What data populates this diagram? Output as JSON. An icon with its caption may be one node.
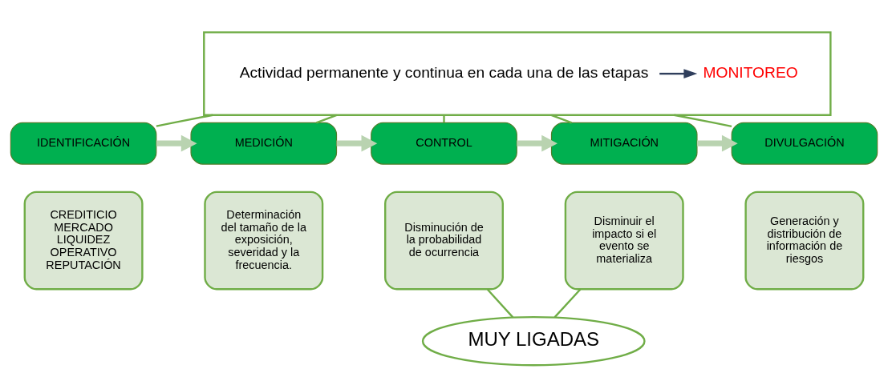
{
  "diagram": {
    "nodes": [
      {
        "text": [],
        "shape": "box"
      },
      {
        "text": [
          "Actividad permanente y continua en cada una de las etapas"
        ],
        "in": 0
      },
      {
        "text": [
          "MONITOREO"
        ],
        "in": 0
      },
      {
        "text": [
          "IDENTIFICACIÓN"
        ]
      },
      {
        "text": [
          "CREDITICIO",
          "MERCADO",
          "LIQUIDEZ",
          "OPERATIVO",
          "REPUTACIÓN"
        ]
      },
      {
        "text": [
          "MEDICIÓN"
        ]
      },
      {
        "text": [
          "Determinación del tamaño de la exposición, severidad y la frecuencia."
        ]
      },
      {
        "text": [
          "CONTROL"
        ]
      },
      {
        "text": [
          "Disminución de la probabilidad de ocurrencia"
        ]
      },
      {
        "text": [
          "MITIGACIÓN"
        ]
      },
      {
        "text": [
          "Disminuir el impacto si el evento se materializa"
        ]
      },
      {
        "text": [
          "DIVULGACIÓN"
        ]
      },
      {
        "text": [
          "Generación y distribución de información de riesgos"
        ]
      },
      {
        "text": [
          "MUY LIGADAS"
        ]
      }
    ],
    "edges": [
      {
        "from": 1,
        "to": 2,
        "arrow": "to",
        "color": "#2f3e5c"
      },
      {
        "from": 0,
        "to": 3,
        "arrow": "none"
      },
      {
        "from": 0,
        "to": 5,
        "arrow": "none"
      },
      {
        "from": 0,
        "to": 7,
        "arrow": "none"
      },
      {
        "from": 0,
        "to": 9,
        "arrow": "none"
      },
      {
        "from": 0,
        "to": 11,
        "arrow": "none"
      },
      {
        "from": 3,
        "to": 5,
        "arrow": "to",
        "style": "thick",
        "color": "#b9d3b0"
      },
      {
        "from": 5,
        "to": 7,
        "arrow": "to",
        "style": "thick",
        "color": "#b9d3b0"
      },
      {
        "from": 7,
        "to": 9,
        "arrow": "to",
        "style": "thick",
        "color": "#b9d3b0"
      },
      {
        "from": 9,
        "to": 11,
        "arrow": "to",
        "style": "thick",
        "color": "#b9d3b0"
      },
      {
        "from": 8,
        "to": 13,
        "arrow": "none"
      },
      {
        "from": 10,
        "to": 13,
        "arrow": "none"
      }
    ]
  }
}
